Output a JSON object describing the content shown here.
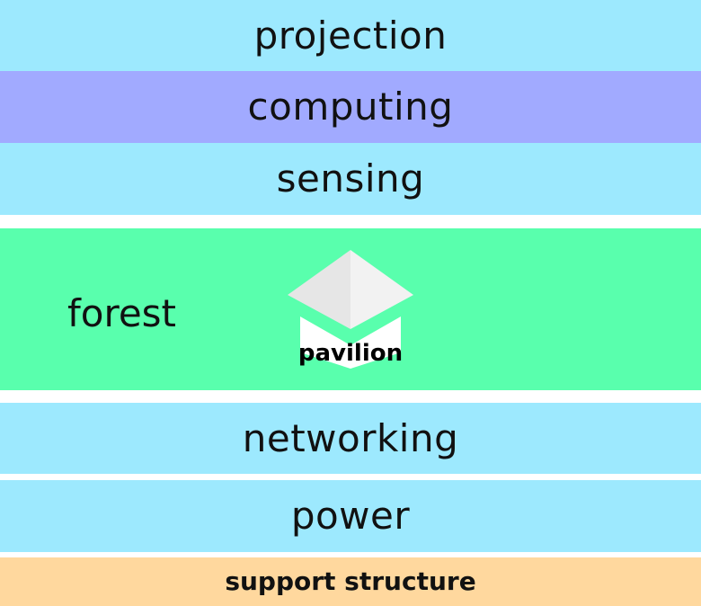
{
  "colors": {
    "blue": "#9de9fe",
    "purple": "#a1aaff",
    "green": "#59ffad",
    "orange": "#ffd89e",
    "pavilion_light": "#f2f2f2",
    "pavilion_dark": "#e6e6e6",
    "pavilion_body": "#ffffff"
  },
  "layers": {
    "projection": "projection",
    "computing": "computing",
    "sensing": "sensing",
    "forest": "forest",
    "pavilion": "pavilion",
    "networking": "networking",
    "power": "power",
    "support": "support structure"
  },
  "icons": {
    "pavilion": "house-icon"
  }
}
